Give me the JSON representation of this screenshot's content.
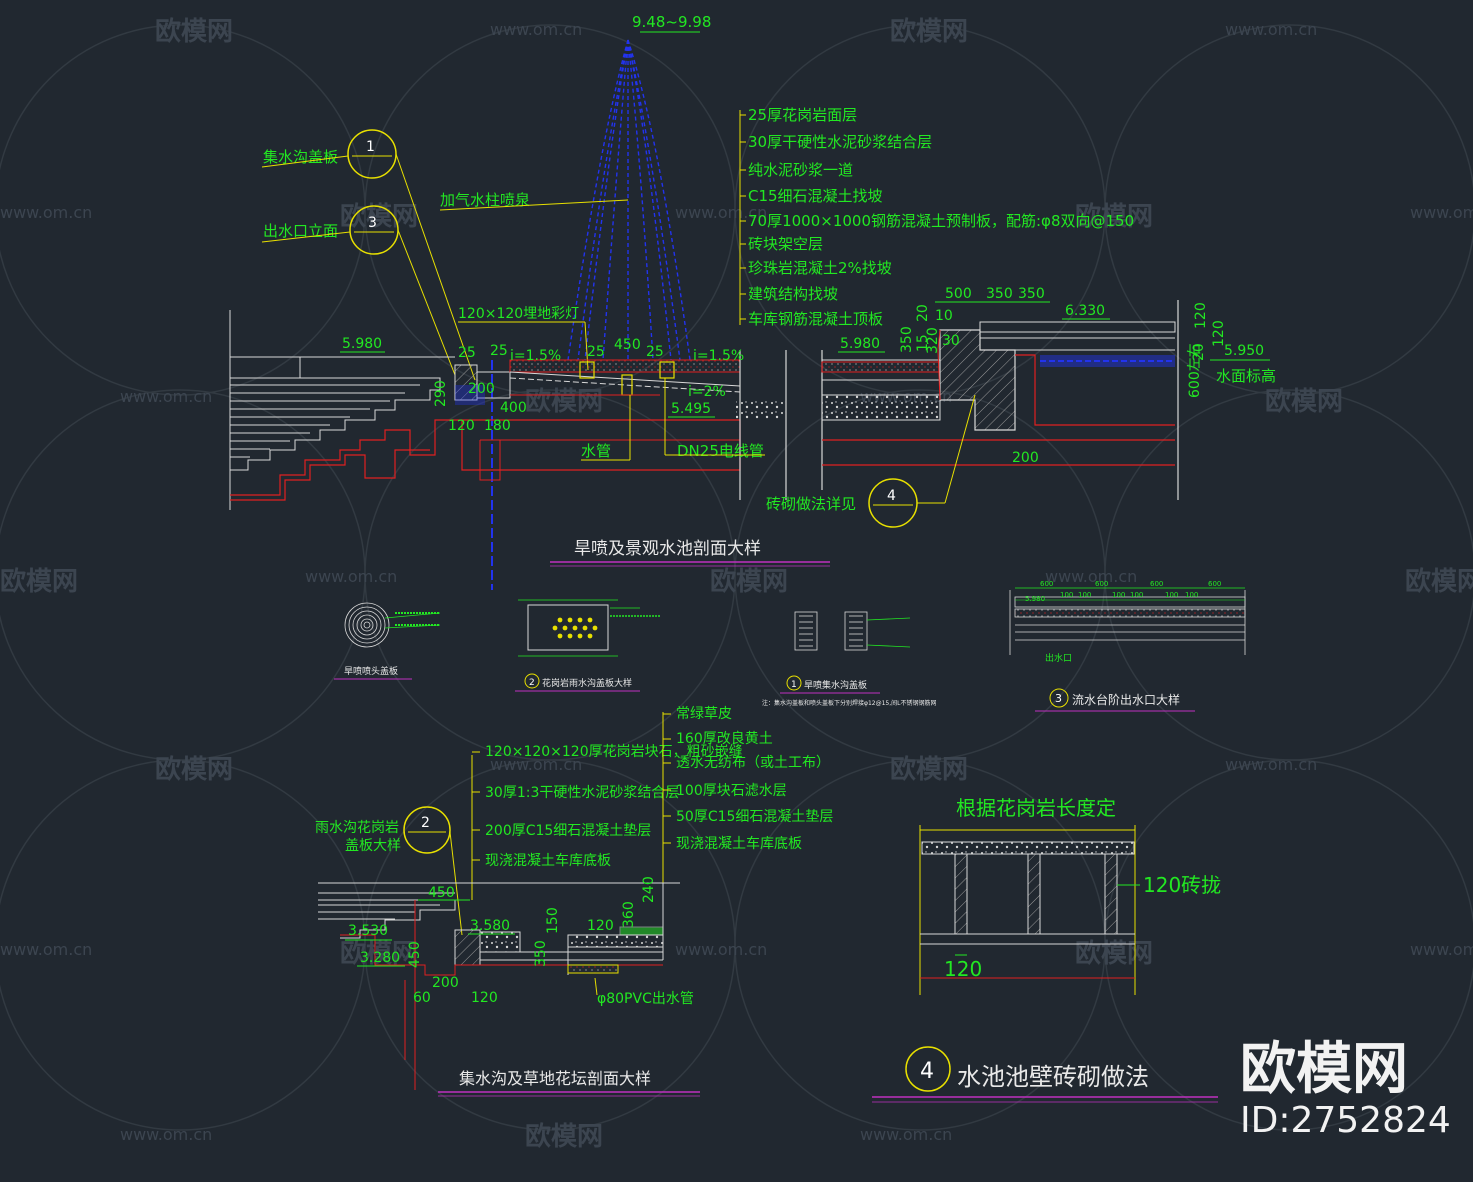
{
  "colors": {
    "background": "#212830",
    "annotation": "#22e822",
    "leader": "#e8e000",
    "section_line": "#d8d8d8",
    "red_line": "#e02020",
    "blue_line": "#2233ee",
    "title_underline": "#c030c0",
    "watermark": "#3a424a"
  },
  "watermark": {
    "site": "www.om.cn",
    "brand": "欧模网"
  },
  "brand_mark": {
    "name": "欧模网",
    "id": "ID:2752824"
  },
  "section1": {
    "title": "旱喷及景观水池剖面大样",
    "top_elevation": "9.48~9.98",
    "layers": [
      "25厚花岗岩面层",
      "30厚干硬性水泥砂浆结合层",
      "纯水泥砂浆一道",
      "C15细石混凝土找坡",
      "70厚1000×1000钢筋混凝土预制板，配筋:φ8双向@150",
      "砖块架空层",
      "珍珠岩混凝土2%找坡",
      "建筑结构找坡",
      "车库钢筋混凝土顶板"
    ],
    "callouts": {
      "drain_cover": "集水沟盖板",
      "drain_cover_no": "1",
      "outlet": "出水口立面",
      "outlet_no": "3",
      "fountain": "加气水柱喷泉",
      "light": "120×120埋地彩灯",
      "water_pipe": "水管",
      "cable_pipe": "DN25电线管",
      "masonry": "砖砌做法详见",
      "masonry_no": "4",
      "water_level": "水面标高"
    },
    "dims": {
      "elev_left": "5.980",
      "elev_mid": "5.980",
      "elev_right": "6.330",
      "elev_water": "5.950",
      "elev_pipe": "5.495",
      "d25a": "25",
      "d25b": "25",
      "d25c": "25",
      "d25d": "25",
      "d450": "450",
      "d200": "200",
      "d400": "400",
      "d290": "290",
      "d120": "120",
      "d180": "180",
      "slope_a": "i=1.5%",
      "slope_b": "i=1.5%",
      "slope_c": "i=2%",
      "top500": "500",
      "top350a": "350",
      "top350b": "350",
      "d20": "20",
      "d10": "10",
      "d30": "30",
      "d350": "350",
      "d15": "15",
      "d320": "320",
      "d120a": "120",
      "d20b": "20",
      "d120b": "120",
      "d600": "600左右",
      "d200b": "200"
    }
  },
  "small_details": {
    "nozzle_title": "旱喷喷头盖板",
    "cover_title": "花岗岩雨水沟盖板大样",
    "cover_no": "2",
    "drain_title": "旱喷集水沟盖板",
    "drain_no": "1",
    "drain_note": "注：集水沟盖板和喷头盖板下分别焊接φ12@15,间L不锈钢钢筋网",
    "outlet_title": "流水台阶出水口大样",
    "outlet_no": "3",
    "outlet_label": "出水口",
    "outlet_dims": [
      "600",
      "600",
      "600",
      "600"
    ],
    "outlet_subdims": [
      "100",
      "100",
      "100",
      "100",
      "100",
      "100"
    ],
    "outlet_elev": "5.980"
  },
  "section2": {
    "title": "集水沟及草地花坛剖面大样",
    "callout": "雨水沟花岗岩盖板大样",
    "callout_no": "2",
    "layers_left": [
      "120×120×120厚花岗岩块石，粗砂嵌缝",
      "30厚1:3干硬性水泥砂浆结合层",
      "200厚C15细石混凝土垫层",
      "现浇混凝土车库底板"
    ],
    "layers_right": [
      "常绿草皮",
      "160厚改良黄土",
      "透水无纺布（或土工布）",
      "100厚块石滤水层",
      "50厚C15细石混凝土垫层",
      "现浇混凝土车库底板"
    ],
    "dims": {
      "d450": "450",
      "d240": "240",
      "e3580": "3.580",
      "d150": "150",
      "d120": "120",
      "d360": "360",
      "e3530": "3.530",
      "e3280": "3.280",
      "d350": "350",
      "d450v": "450",
      "d200": "200",
      "d60": "60",
      "d120b": "120"
    },
    "pipe": "φ80PVC出水管"
  },
  "section3": {
    "title": "水池池壁砖砌做法",
    "number": "4",
    "note": "根据花岗岩长度定",
    "brick": "120砖拢",
    "dim": "120"
  }
}
